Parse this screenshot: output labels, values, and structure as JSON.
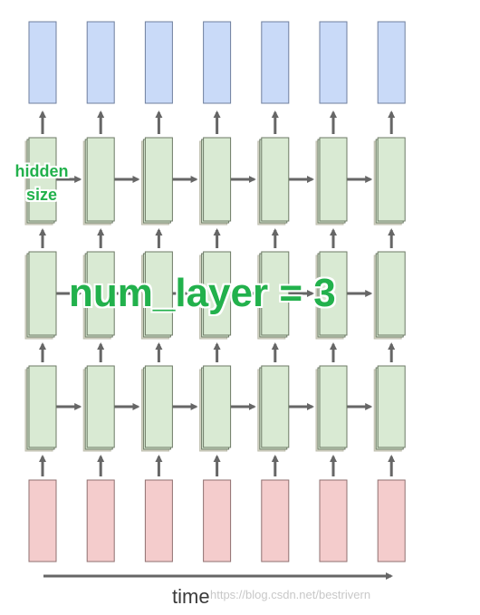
{
  "labels": {
    "hidden_line1": "hidden",
    "hidden_line2": "size",
    "num_layer": "num_layer = 3",
    "time": "time"
  },
  "watermark": "https://blog.csdn.net/bestrivern",
  "structure": {
    "timesteps": 7,
    "layers": 3
  },
  "colors": {
    "output": "#c9daf8",
    "output_border": "#6f7f9e",
    "hidden": "#d9ead3",
    "hidden_border": "#6d7a66",
    "hidden_shadow": "#d8d8c8",
    "input": "#f4cccc",
    "input_border": "#8f7070",
    "arrow": "#666666",
    "label": "#22b14c"
  }
}
